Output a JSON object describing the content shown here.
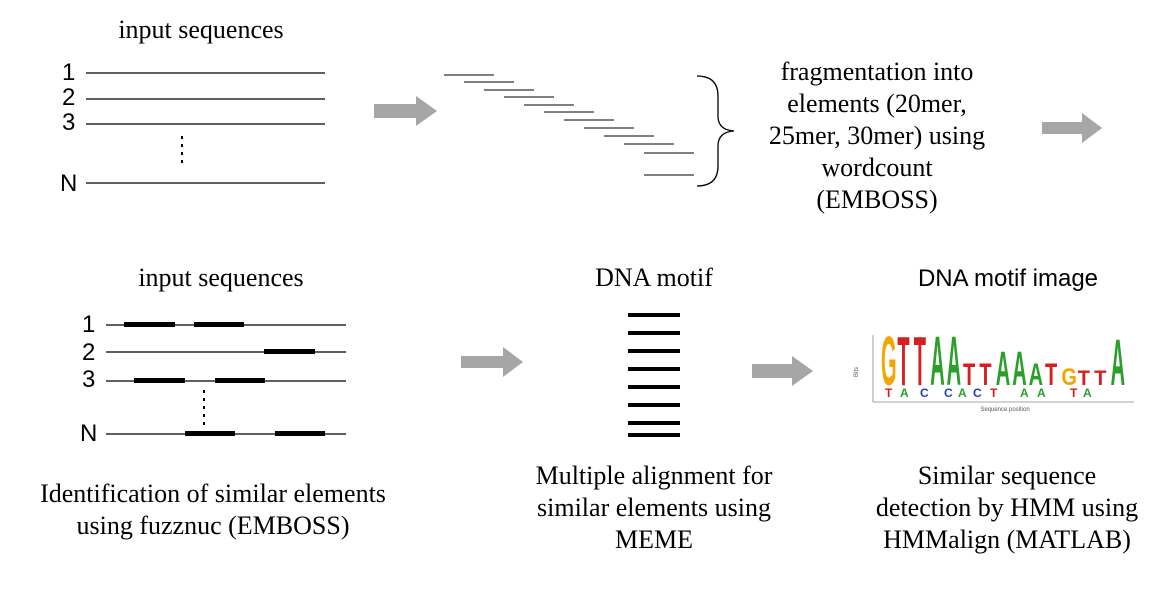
{
  "top": {
    "input_title": "input sequences",
    "seq_labels": [
      "1",
      "2",
      "3",
      "N"
    ],
    "fragmentation_lines": [
      "fragmentation into",
      "elements (20mer,",
      "25mer, 30mer) using",
      "wordcount",
      "(EMBOSS)"
    ]
  },
  "bottom": {
    "input_title": "input sequences",
    "seq_labels": [
      "1",
      "2",
      "3",
      "N"
    ],
    "identification_lines": [
      "Identification of similar elements",
      "using fuzznuc (EMBOSS)"
    ],
    "motif_title": "DNA motif",
    "alignment_lines": [
      "Multiple alignment for",
      "similar elements using",
      "MEME"
    ],
    "motif_image_title": "DNA motif image",
    "detection_lines": [
      "Similar sequence",
      "detection by HMM using",
      "HMMalign (MATLAB)"
    ]
  },
  "logo": {
    "letters": [
      "G",
      "T",
      "T",
      "A",
      "A",
      "T",
      "T",
      "A",
      "A",
      "A",
      "T",
      "G",
      "T",
      "T",
      "A"
    ],
    "lower_letters": [
      "T",
      "A",
      "C",
      "C",
      "A",
      "C",
      "T",
      "A",
      "A",
      "T",
      "A"
    ],
    "y_axis_label": "Bits",
    "x_axis_label": "Sequence position",
    "colors": {
      "A": "#2aa02a",
      "C": "#1f3fbf",
      "G": "#f2a700",
      "T": "#d62020"
    }
  },
  "colors": {
    "arrow": "#a6a6a6",
    "line": "#000000"
  }
}
